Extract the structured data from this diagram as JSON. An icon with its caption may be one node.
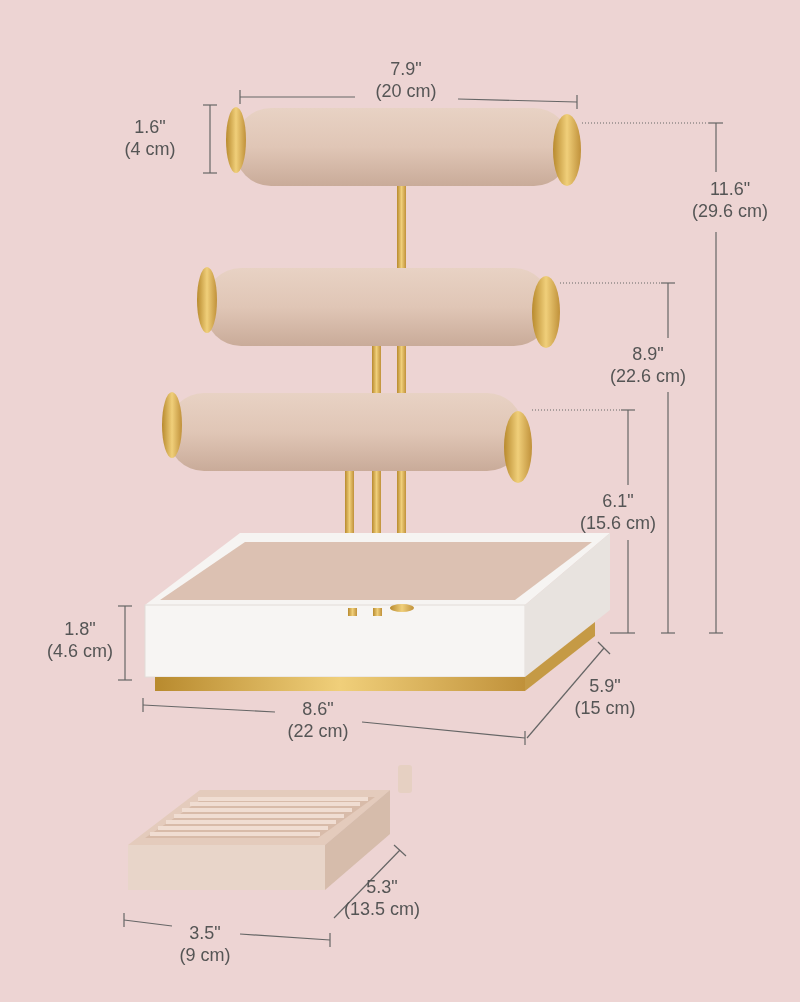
{
  "diagram": {
    "labels": [
      "7.9\" (20 cm)",
      "1.6\" (4 cm)",
      "11.6\" (29.6 cm)",
      "8.9\" (22.6 cm)",
      "6.1\" (15.6 cm)",
      "1.8\" (4.6 cm)",
      "5.9\" (15 cm)",
      "8.6\" (22 cm)",
      "5.3\" (13.5 cm)",
      "3.5\" (9 cm)"
    ]
  }
}
